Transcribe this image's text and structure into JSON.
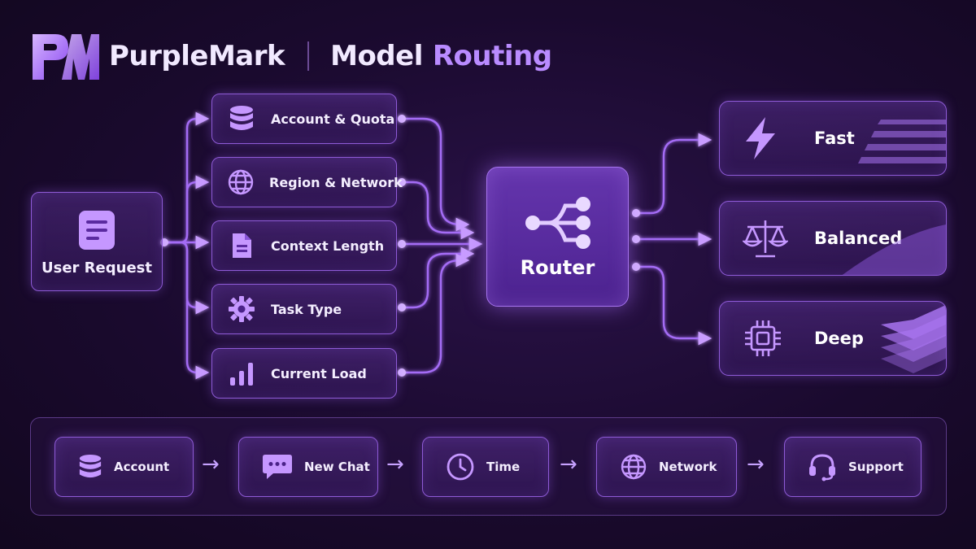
{
  "header": {
    "brand": "PurpleMark",
    "title_main": "Model",
    "title_accent": "Routing"
  },
  "input_node": {
    "label": "User Request",
    "icon": "document-icon"
  },
  "factors": [
    {
      "label": "Account & Quota",
      "icon": "database-icon"
    },
    {
      "label": "Region & Network",
      "icon": "globe-icon"
    },
    {
      "label": "Context Length",
      "icon": "file-icon"
    },
    {
      "label": "Task Type",
      "icon": "gear-icon"
    },
    {
      "label": "Current Load",
      "icon": "bar-chart-icon"
    }
  ],
  "router": {
    "label": "Router",
    "icon": "share-icon"
  },
  "outputs": [
    {
      "label": "Fast",
      "icon": "lightning-icon"
    },
    {
      "label": "Balanced",
      "icon": "scales-icon"
    },
    {
      "label": "Deep",
      "icon": "chip-icon"
    }
  ],
  "steps": [
    {
      "label": "Account",
      "icon": "database-icon"
    },
    {
      "label": "New Chat",
      "icon": "chat-icon"
    },
    {
      "label": "Time",
      "icon": "clock-icon"
    },
    {
      "label": "Network",
      "icon": "globe-icon"
    },
    {
      "label": "Support",
      "icon": "headset-icon"
    }
  ],
  "colors": {
    "background": "#1a0a2e",
    "accent": "#b98bff",
    "wire": "#a46cf5",
    "node_border": "#8e5ad6"
  }
}
